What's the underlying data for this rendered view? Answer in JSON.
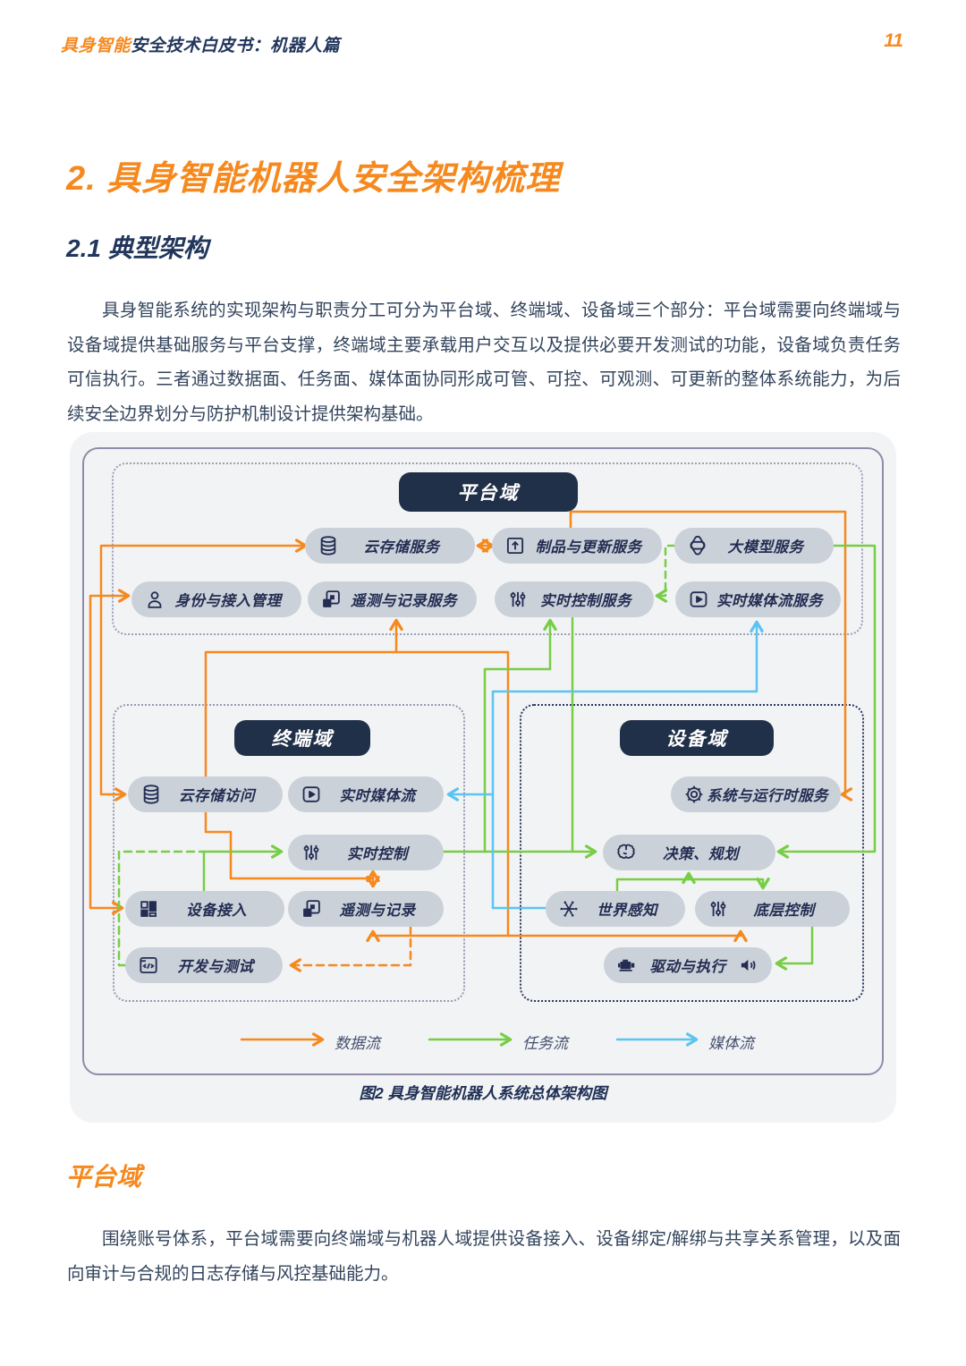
{
  "page": {
    "header_accent": "具身智能",
    "header_rest": "安全技术白皮书：机器人篇",
    "page_number": "11",
    "h1": "2. 具身智能机器人安全架构梳理",
    "h2": "2.1 典型架构",
    "para1": "具身智能系统的实现架构与职责分工可分为平台域、终端域、设备域三个部分：平台域需要向终端域与设备域提供基础服务与平台支撑，终端域主要承载用户交互以及提供必要开发测试的功能，设备域负责任务可信执行。三者通过数据面、任务面、媒体面协同形成可管、可控、可观测、可更新的整体系统能力，为后续安全边界划分与防护机制设计提供架构基础。",
    "section_heading": "平台域",
    "para2": "围绕账号体系，平台域需要向终端域与机器人域提供设备接入、设备绑定/解绑与共享关系管理，以及面向审计与合规的日志存储与风控基础能力。"
  },
  "diagram": {
    "caption": "图2 具身智能机器人系统总体架构图",
    "domains": {
      "platform": "平台域",
      "terminal": "终端域",
      "device": "设备域"
    },
    "nodes": {
      "cloud_storage_service": "云存储服务",
      "artifact_update_service": "制品与更新服务",
      "llm_service": "大模型服务",
      "identity_access": "身份与接入管理",
      "telemetry_log_service": "遥测与记录服务",
      "realtime_control_service": "实时控制服务",
      "realtime_media_service": "实时媒体流服务",
      "cloud_storage_access": "云存储访问",
      "realtime_media": "实时媒体流",
      "realtime_control": "实时控制",
      "device_access": "设备接入",
      "telemetry_log": "遥测与记录",
      "dev_test": "开发与测试",
      "system_runtime": "系统与运行时服务",
      "decision_planning": "决策、规划",
      "world_perception": "世界感知",
      "low_level_control": "底层控制",
      "drive_execution": "驱动与执行"
    },
    "legend": [
      {
        "label": "数据流",
        "color": "#F6891E"
      },
      {
        "label": "任务流",
        "color": "#77CE45"
      },
      {
        "label": "媒体流",
        "color": "#5BC4F1"
      }
    ]
  },
  "colors": {
    "accent_orange": "#F6891E",
    "heading_navy": "#22365C",
    "flow_data": "#F6891E",
    "flow_task": "#77CE45",
    "flow_media": "#5BC4F1",
    "pill_bg": "#CBD1D9",
    "domain_pill_bg": "#203049"
  }
}
